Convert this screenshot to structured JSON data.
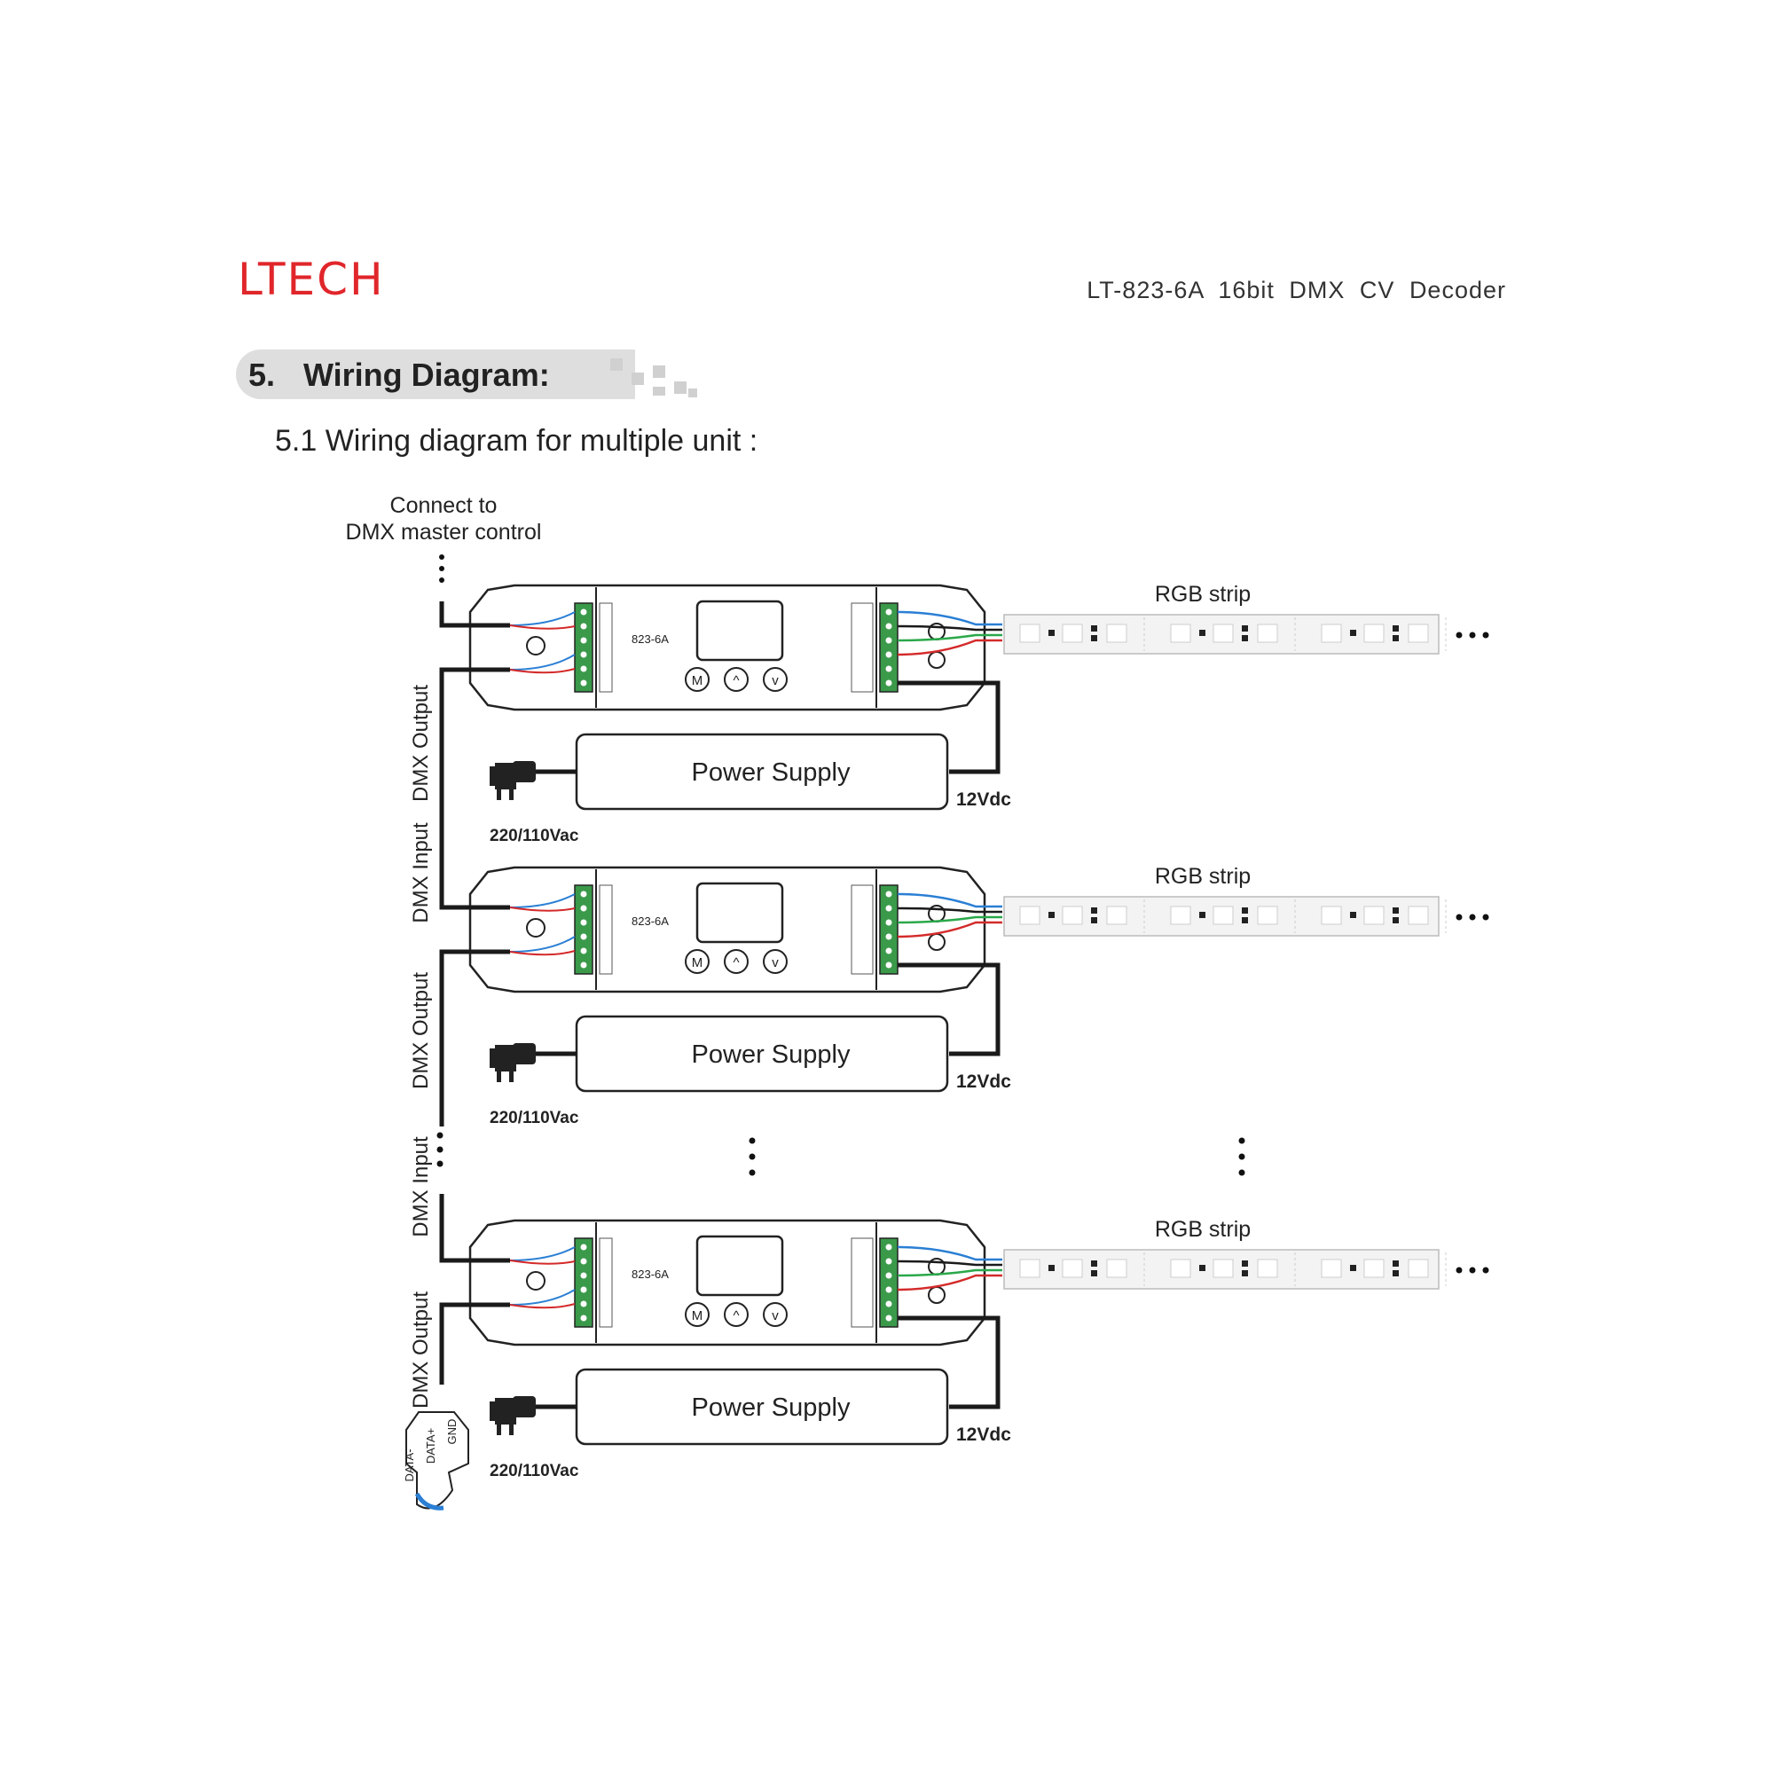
{
  "header": {
    "brand": "LTECH",
    "doc_title": "LT-823-6A 16bit DMX CV Decoder"
  },
  "section": {
    "number": "5.",
    "title": "Wiring Diagram:",
    "subheading": "5.1 Wiring diagram for multiple unit :"
  },
  "diagram": {
    "master_label_line1": "Connect to",
    "master_label_line2": "DMX master control",
    "model_label": "823-6A",
    "power_supply_label": "Power Supply",
    "dc_label": "12Vdc",
    "ac_label": "220/110Vac",
    "strip_label": "RGB strip",
    "dmx_output_label": "DMX Output",
    "dmx_input_label": "DMX Input",
    "terminator_labels": [
      "DATA-",
      "DATA+",
      "GND"
    ],
    "button_labels": [
      "M",
      "^",
      "v"
    ],
    "units": 3
  },
  "colors": {
    "brand": "#e0262b",
    "wire_dark": "#1a1a1a",
    "wire_blue": "#2a7fd4",
    "wire_red": "#d42a2a",
    "wire_green": "#2aa84a",
    "terminal_green": "#3a9a4a"
  }
}
